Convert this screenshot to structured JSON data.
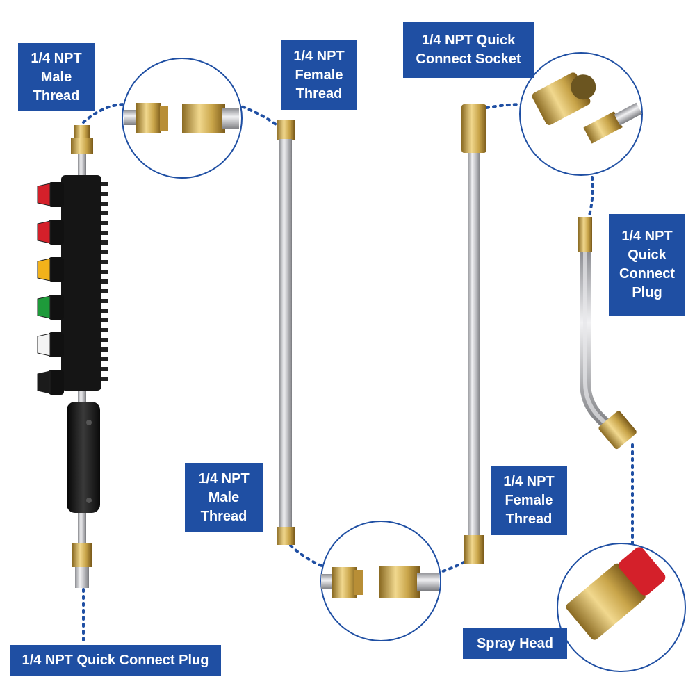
{
  "colors": {
    "label_bg": "#1f4fa3",
    "label_text": "#ffffff",
    "dotted_line": "#1f4fa3",
    "brass": "#c9a54a",
    "steel": "#c8c8cc",
    "handle": "#1b1b1b"
  },
  "labels": {
    "top_left_male_thread": {
      "line1": "1/4 NPT",
      "line2": "Male",
      "line3": "Thread"
    },
    "top_mid_female_thread": {
      "line1": "1/4 NPT",
      "line2": "Female",
      "line3": "Thread"
    },
    "top_quick_connect_socket": {
      "line1": "1/4 NPT Quick",
      "line2": "Connect Socket"
    },
    "right_quick_connect_plug": {
      "line1": "1/4 NPT",
      "line2": "Quick",
      "line3": "Connect",
      "line4": "Plug"
    },
    "bottom_mid_male_thread": {
      "line1": "1/4 NPT",
      "line2": "Male",
      "line3": "Thread"
    },
    "bottom_mid_female_thread": {
      "line1": "1/4 NPT",
      "line2": "Female",
      "line3": "Thread"
    },
    "bottom_left_plug": {
      "line1": "1/4 NPT Quick Connect Plug"
    },
    "spray_head": {
      "line1": "Spray Head"
    }
  },
  "nozzles": [
    {
      "color": "#d4202a",
      "icon": "nozzle-red"
    },
    {
      "color": "#d4202a",
      "icon": "nozzle-red"
    },
    {
      "color": "#f2b21b",
      "icon": "nozzle-yellow"
    },
    {
      "color": "#1e9a3a",
      "icon": "nozzle-green"
    },
    {
      "color": "#f4f4f4",
      "icon": "nozzle-white"
    },
    {
      "color": "#1b1b1b",
      "icon": "nozzle-black"
    }
  ]
}
